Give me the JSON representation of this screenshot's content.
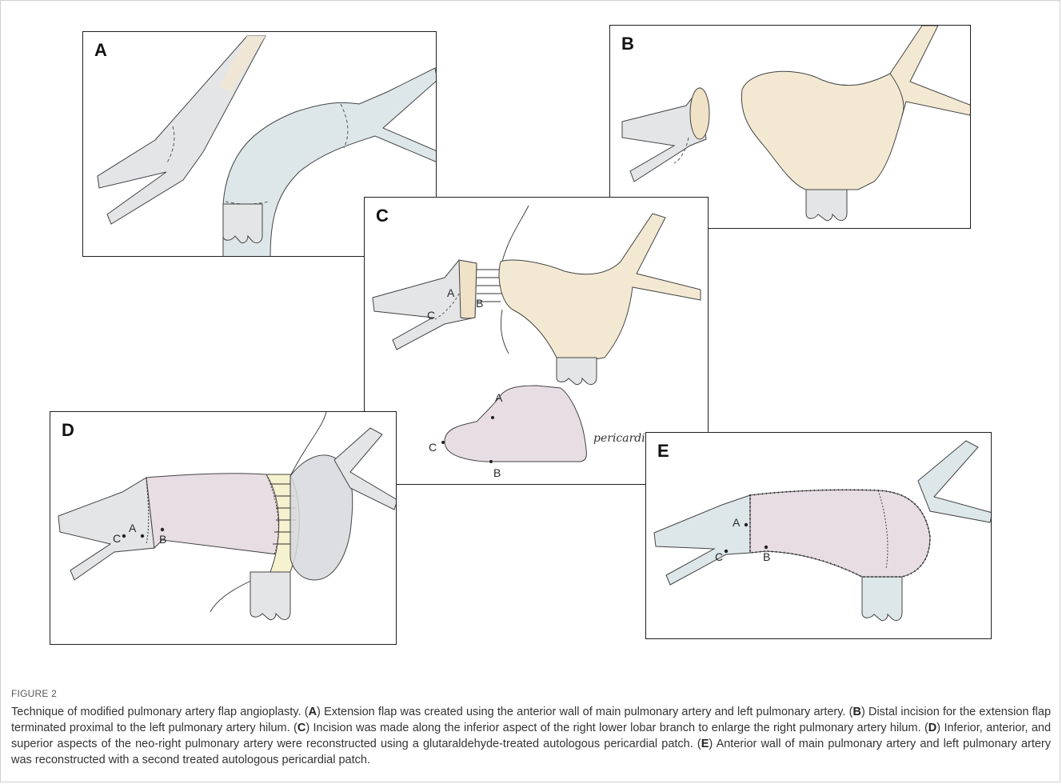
{
  "panels": {
    "A": {
      "letter": "A"
    },
    "B": {
      "letter": "B"
    },
    "C": {
      "letter": "C",
      "points": [
        "A",
        "B",
        "C"
      ],
      "patch_points": [
        "A",
        "C",
        "B"
      ],
      "patch_label": "pericardial patch"
    },
    "D": {
      "letter": "D",
      "points": [
        "A",
        "C",
        "B"
      ]
    },
    "E": {
      "letter": "E",
      "points": [
        "A",
        "C",
        "B"
      ]
    }
  },
  "colors": {
    "vessel_gray": "#e4e5e7",
    "flap_blue": "#dde7ea",
    "flap_beige": "#f3e9d3",
    "patch_pink": "#e7dde2",
    "suture_yellow": "#f6f1cf"
  },
  "caption": {
    "figure_label": "FIGURE 2",
    "title": "Technique of modified pulmonary artery flap angioplasty.",
    "items": [
      {
        "key": "A",
        "text": "Extension flap was created using the anterior wall of main pulmonary artery and left pulmonary artery."
      },
      {
        "key": "B",
        "text": "Distal incision for the extension flap terminated proximal to the left pulmonary artery hilum."
      },
      {
        "key": "C",
        "text": "Incision was made along the inferior aspect of the right lower lobar branch to enlarge the right pulmonary artery hilum."
      },
      {
        "key": "D",
        "text": "Inferior, anterior, and superior aspects of the neo-right pulmonary artery were reconstructed using a glutaraldehyde-treated autologous pericardial patch."
      },
      {
        "key": "E",
        "text": "Anterior wall of main pulmonary artery and left pulmonary artery was reconstructed with a second treated autologous pericardial patch."
      }
    ]
  }
}
